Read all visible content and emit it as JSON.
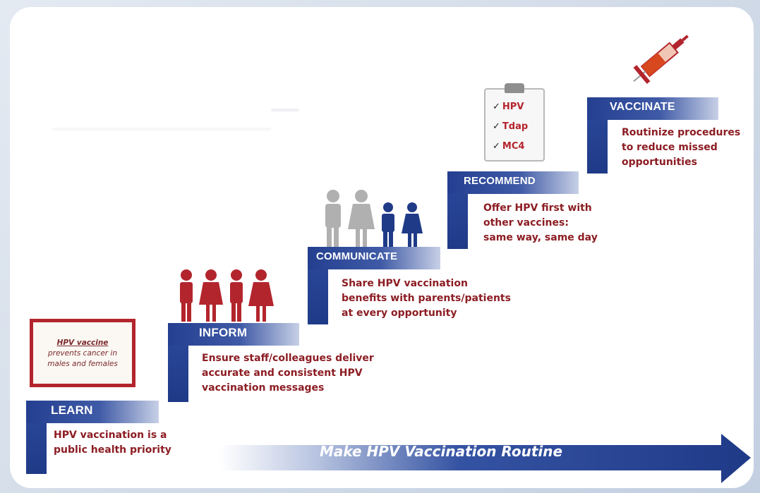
{
  "colors": {
    "navy": "#1f3a87",
    "red": "#b3252d",
    "dark_red_text": "#8c1d23",
    "gray_people": "#b0b0b0"
  },
  "steps": [
    {
      "title": "LEARN",
      "description": "HPV vaccination is a\npublic health priority"
    },
    {
      "title": "INFORM",
      "description": "Ensure staff/colleagues deliver\naccurate and consistent HPV\nvaccination messages"
    },
    {
      "title": "COMMUNICATE",
      "description": "Share HPV vaccination\nbenefits with parents/patients\nat every opportunity"
    },
    {
      "title": "RECOMMEND",
      "description": "Offer HPV first with\nother vaccines:\nsame way, same day"
    },
    {
      "title": "VACCINATE",
      "description": "Routinize procedures\nto reduce missed\nopportunities"
    }
  ],
  "book": {
    "line1": "HPV vaccine",
    "line2": "prevents cancer in\nmales and females"
  },
  "clipboard": {
    "items": [
      "HPV",
      "Tdap",
      "MC4"
    ]
  },
  "icons": {
    "book": "book-icon",
    "inform_people": "people-red-icon",
    "communicate_people": "family-icon",
    "clipboard": "clipboard-icon",
    "syringe": "syringe-icon",
    "check": "check-icon"
  },
  "arrow": {
    "label": "Make HPV Vaccination Routine"
  }
}
